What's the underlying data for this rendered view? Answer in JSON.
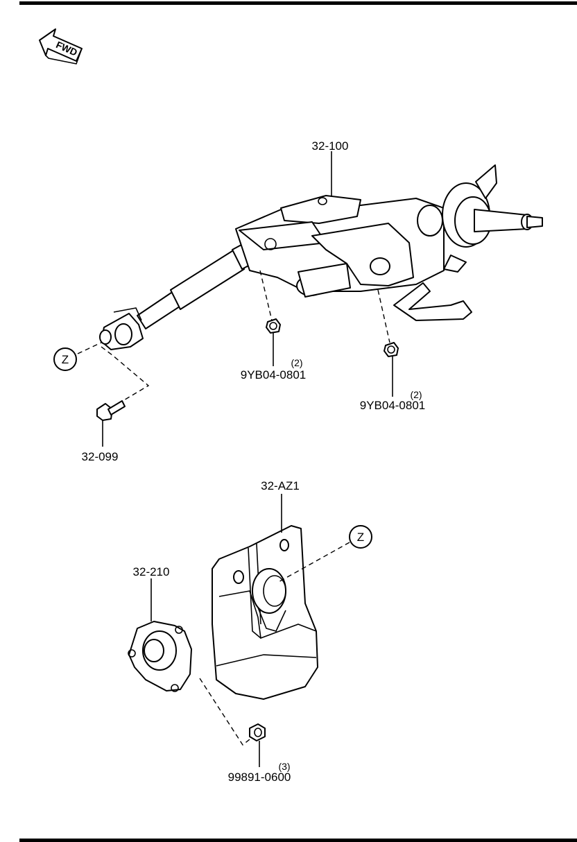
{
  "fwd_badge": "FWD",
  "ref_marker": "Z",
  "parts": [
    {
      "part_no": "32-100",
      "qty": ""
    },
    {
      "part_no": "9YB04-0801",
      "qty": "(2)"
    },
    {
      "part_no": "9YB04-0801",
      "qty": "(2)"
    },
    {
      "part_no": "32-099",
      "qty": ""
    },
    {
      "part_no": "32-AZ1",
      "qty": ""
    },
    {
      "part_no": "32-210",
      "qty": ""
    },
    {
      "part_no": "99891-0600",
      "qty": "(3)"
    }
  ]
}
